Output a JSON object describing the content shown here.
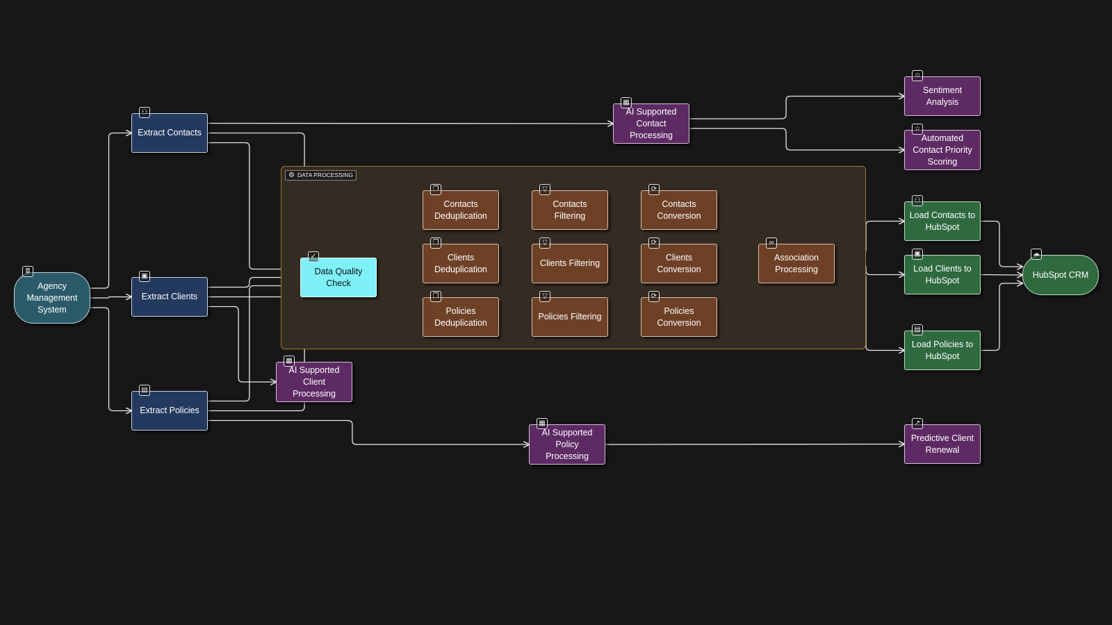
{
  "group": {
    "label": "DATA PROCESSING",
    "icon": "gear-icon"
  },
  "nodes": {
    "agency": {
      "label": "Agency\nManagement\nSystem",
      "icon": "database-icon",
      "icon_glyph": "≣"
    },
    "extract_contacts": {
      "label": "Extract Contacts",
      "icon": "users-icon",
      "icon_glyph": "⚇"
    },
    "extract_clients": {
      "label": "Extract Clients",
      "icon": "briefcase-icon",
      "icon_glyph": "▣"
    },
    "extract_policies": {
      "label": "Extract Policies",
      "icon": "document-icon",
      "icon_glyph": "▤"
    },
    "data_quality": {
      "label": "Data Quality\nCheck",
      "icon": "check-circle-icon",
      "icon_glyph": "✓"
    },
    "contacts_dedup": {
      "label": "Contacts\nDeduplication",
      "icon": "copy-icon",
      "icon_glyph": "❐"
    },
    "clients_dedup": {
      "label": "Clients\nDeduplication",
      "icon": "copy-icon",
      "icon_glyph": "❐"
    },
    "policies_dedup": {
      "label": "Policies\nDeduplication",
      "icon": "copy-icon",
      "icon_glyph": "❐"
    },
    "contacts_filter": {
      "label": "Contacts\nFiltering",
      "icon": "filter-icon",
      "icon_glyph": "▽"
    },
    "clients_filter": {
      "label": "Clients Filtering",
      "icon": "filter-icon",
      "icon_glyph": "▽"
    },
    "policies_filter": {
      "label": "Policies Filtering",
      "icon": "filter-icon",
      "icon_glyph": "▽"
    },
    "contacts_conv": {
      "label": "Contacts\nConversion",
      "icon": "refresh-icon",
      "icon_glyph": "⟳"
    },
    "clients_conv": {
      "label": "Clients\nConversion",
      "icon": "refresh-icon",
      "icon_glyph": "⟳"
    },
    "policies_conv": {
      "label": "Policies\nConversion",
      "icon": "refresh-icon",
      "icon_glyph": "⟳"
    },
    "association": {
      "label": "Association\nProcessing",
      "icon": "link-icon",
      "icon_glyph": "∞"
    },
    "ai_contact": {
      "label": "AI Supported\nContact\nProcessing",
      "icon": "cpu-icon",
      "icon_glyph": "▦"
    },
    "ai_client": {
      "label": "AI Supported\nClient\nProcessing",
      "icon": "cpu-icon",
      "icon_glyph": "▦"
    },
    "ai_policy": {
      "label": "AI Supported\nPolicy\nProcessing",
      "icon": "cpu-icon",
      "icon_glyph": "▦"
    },
    "sentiment": {
      "label": "Sentiment\nAnalysis",
      "icon": "smile-icon",
      "icon_glyph": "☺"
    },
    "priority": {
      "label": "Automated\nContact Priority\nScoring",
      "icon": "star-icon",
      "icon_glyph": "☆"
    },
    "renewal": {
      "label": "Predictive Client\nRenewal",
      "icon": "trending-up-icon",
      "icon_glyph": "↗"
    },
    "load_contacts": {
      "label": "Load Contacts to\nHubSpot",
      "icon": "user-plus-icon",
      "icon_glyph": "⚇"
    },
    "load_clients": {
      "label": "Load Clients to\nHubSpot",
      "icon": "briefcase-icon",
      "icon_glyph": "▣"
    },
    "load_policies": {
      "label": "Load Policies to\nHubSpot",
      "icon": "document-plus-icon",
      "icon_glyph": "▤"
    },
    "hubspot": {
      "label": "HubSpot CRM",
      "icon": "cloud-icon",
      "icon_glyph": "☁"
    }
  },
  "edges": [
    [
      "agency",
      "extract_contacts"
    ],
    [
      "agency",
      "extract_clients"
    ],
    [
      "agency",
      "extract_policies"
    ],
    [
      "extract_contacts",
      "ai_contact"
    ],
    [
      "extract_contacts",
      "contacts_dedup"
    ],
    [
      "extract_contacts",
      "data_quality"
    ],
    [
      "extract_clients",
      "data_quality"
    ],
    [
      "extract_clients",
      "clients_dedup"
    ],
    [
      "extract_clients",
      "ai_client"
    ],
    [
      "extract_policies",
      "data_quality"
    ],
    [
      "extract_policies",
      "policies_dedup"
    ],
    [
      "extract_policies",
      "ai_policy"
    ],
    [
      "data_quality",
      "contacts_dedup"
    ],
    [
      "data_quality",
      "clients_dedup"
    ],
    [
      "data_quality",
      "policies_dedup"
    ],
    [
      "contacts_dedup",
      "contacts_filter"
    ],
    [
      "clients_dedup",
      "clients_filter"
    ],
    [
      "policies_dedup",
      "policies_filter"
    ],
    [
      "contacts_filter",
      "contacts_conv"
    ],
    [
      "clients_filter",
      "clients_conv"
    ],
    [
      "policies_filter",
      "policies_conv"
    ],
    [
      "contacts_conv",
      "association"
    ],
    [
      "clients_conv",
      "association"
    ],
    [
      "policies_conv",
      "association"
    ],
    [
      "association",
      "load_contacts"
    ],
    [
      "association",
      "load_clients"
    ],
    [
      "association",
      "load_policies"
    ],
    [
      "ai_contact",
      "sentiment"
    ],
    [
      "ai_contact",
      "priority"
    ],
    [
      "ai_policy",
      "renewal"
    ],
    [
      "load_contacts",
      "hubspot"
    ],
    [
      "load_clients",
      "hubspot"
    ],
    [
      "load_policies",
      "hubspot"
    ]
  ]
}
